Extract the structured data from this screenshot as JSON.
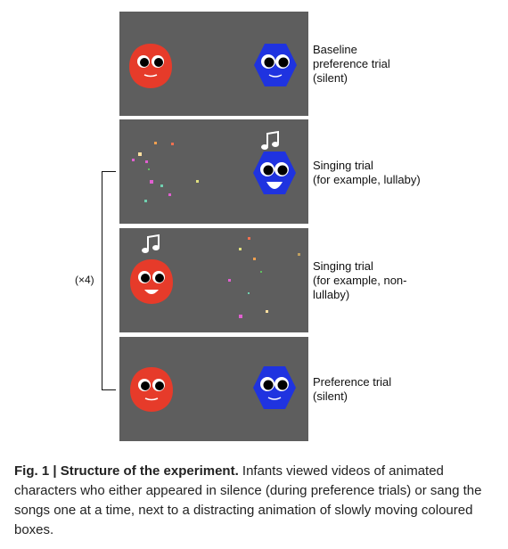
{
  "trials": [
    {
      "label": [
        "Baseline",
        "preference trial",
        "(silent)"
      ],
      "left": "red-face",
      "right": "blue-face"
    },
    {
      "label": [
        "Singing trial",
        "(for example, lullaby)"
      ],
      "left": "moving-boxes",
      "right": "blue-face-singing",
      "note": "right"
    },
    {
      "label": [
        "Singing trial",
        "(for example, non-",
        "lullaby)"
      ],
      "left": "red-face-singing",
      "right": "moving-boxes",
      "note": "left"
    },
    {
      "label": [
        "Preference trial",
        "(silent)"
      ],
      "left": "red-face",
      "right": "blue-face"
    }
  ],
  "repeat_label": "(×4)",
  "caption": {
    "title": "Fig. 1 | Structure of the experiment.",
    "body": " Infants viewed videos of animated characters who either appeared in silence (during preference trials) or sang the songs one at a time, next to a distracting animation of slowly moving coloured boxes."
  },
  "colors": {
    "panel_bg": "#5e5e5e",
    "red_character": "#e63b2a",
    "blue_character": "#1f33e0",
    "box_colors": [
      "#f0a050",
      "#e060d0",
      "#70d0b0",
      "#e0e080",
      "#f07050",
      "#60c060",
      "#ffe0a0"
    ]
  },
  "icons": [
    "music-note-icon",
    "red-face-icon",
    "blue-face-icon"
  ]
}
